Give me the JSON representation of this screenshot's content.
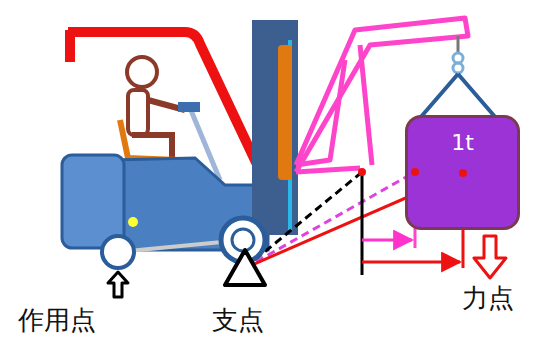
{
  "diagram": {
    "nodes": [
      {
        "text": [
          "1t"
        ]
      }
    ],
    "labels": [
      "作用点",
      "支点",
      "力点"
    ]
  }
}
